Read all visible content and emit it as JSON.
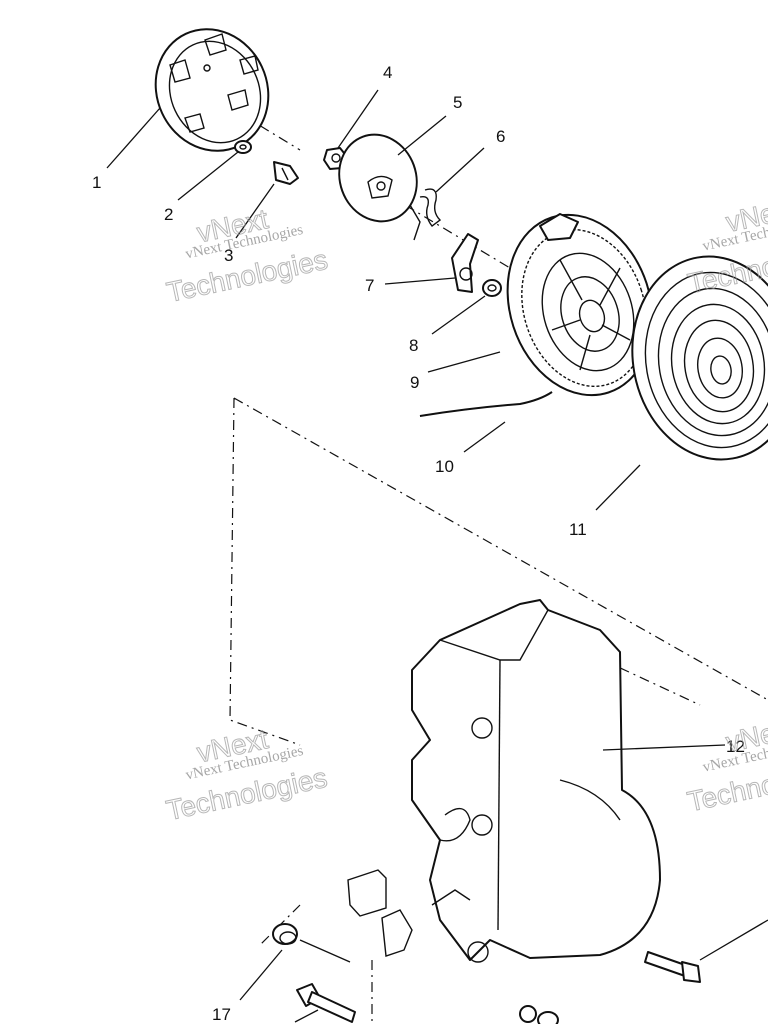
{
  "watermark": {
    "brand_top": "vNext",
    "brand_line": "vNext Technologies",
    "brand_bottom": "Technologies"
  },
  "callouts": {
    "c1": "1",
    "c2": "2",
    "c3": "3",
    "c4": "4",
    "c5": "5",
    "c6": "6",
    "c7": "7",
    "c8": "8",
    "c9": "9",
    "c10": "10",
    "c11": "11",
    "c12": "12",
    "c17": "17"
  },
  "colors": {
    "line": "#111111",
    "watermark": "#8a8a8a",
    "background": "#ffffff"
  }
}
